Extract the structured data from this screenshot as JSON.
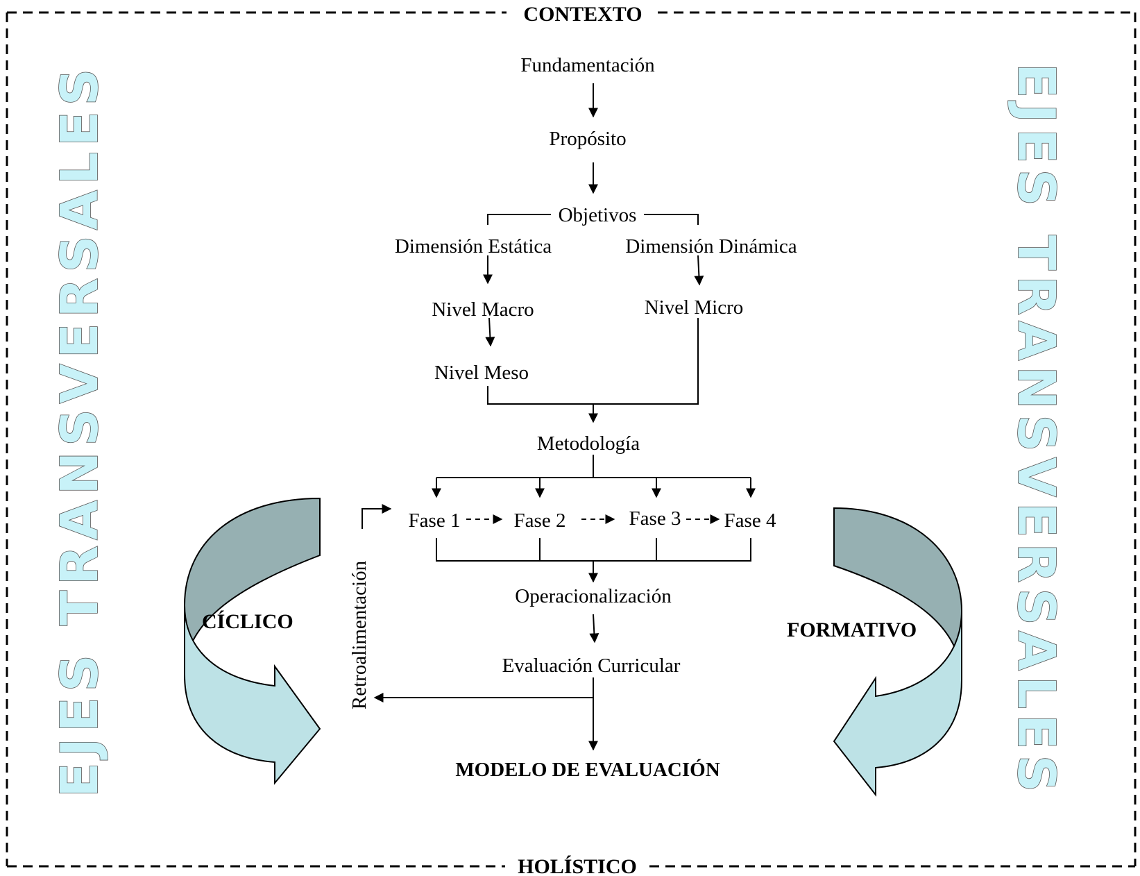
{
  "frame": {
    "top_label": "CONTEXTO",
    "bottom_label": "HOLÍSTICO"
  },
  "axes": {
    "left": "EJES TRANSVERSALES",
    "right": "EJES TRANSVERSALES"
  },
  "flow": {
    "fundamentacion": "Fundamentación",
    "proposito": "Propósito",
    "objetivos": "Objetivos",
    "dim_estatica": "Dimensión Estática",
    "dim_dinamica": "Dimensión Dinámica",
    "nivel_macro": "Nivel Macro",
    "nivel_micro": "Nivel Micro",
    "nivel_meso": "Nivel Meso",
    "metodologia": "Metodología",
    "fases": [
      "Fase 1",
      "Fase 2",
      "Fase 3",
      "Fase 4"
    ],
    "operacionalizacion": "Operacionalización",
    "evaluacion": "Evaluación Curricular",
    "retroalimentacion": "Retroalimentación",
    "modelo": "MODELO DE EVALUACIÓN"
  },
  "cycle": {
    "left_label": "CÍCLICO",
    "right_label": "FORMATIVO"
  },
  "colors": {
    "arrow_dark": "#96b0b2",
    "arrow_light": "#bde2e6",
    "axis_fill": "#c8f2f8"
  }
}
